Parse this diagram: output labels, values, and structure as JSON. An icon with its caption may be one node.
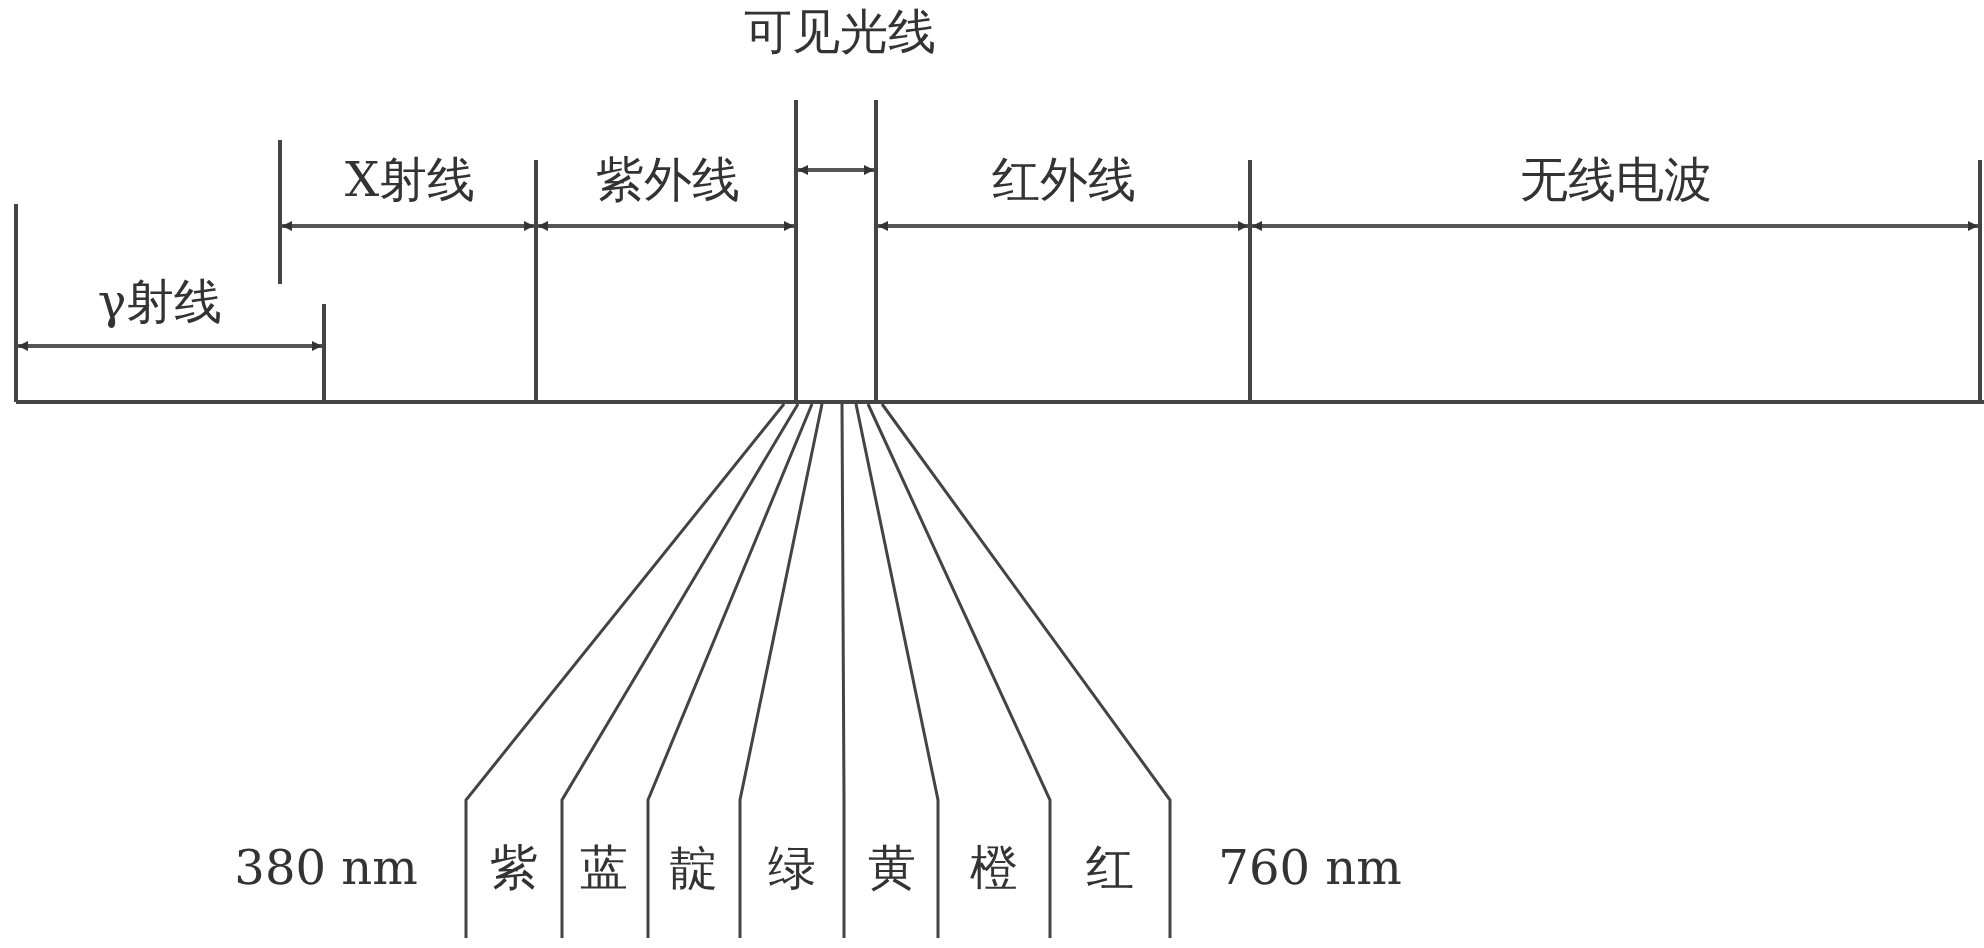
{
  "diagram": {
    "labels": [
      "可见光线",
      "X射线",
      "紫外线",
      "红外线",
      "无线电波",
      "γ射线",
      "380 nm",
      "紫",
      "蓝",
      "靛",
      "绿",
      "黄",
      "橙",
      "红",
      "760 nm"
    ]
  }
}
